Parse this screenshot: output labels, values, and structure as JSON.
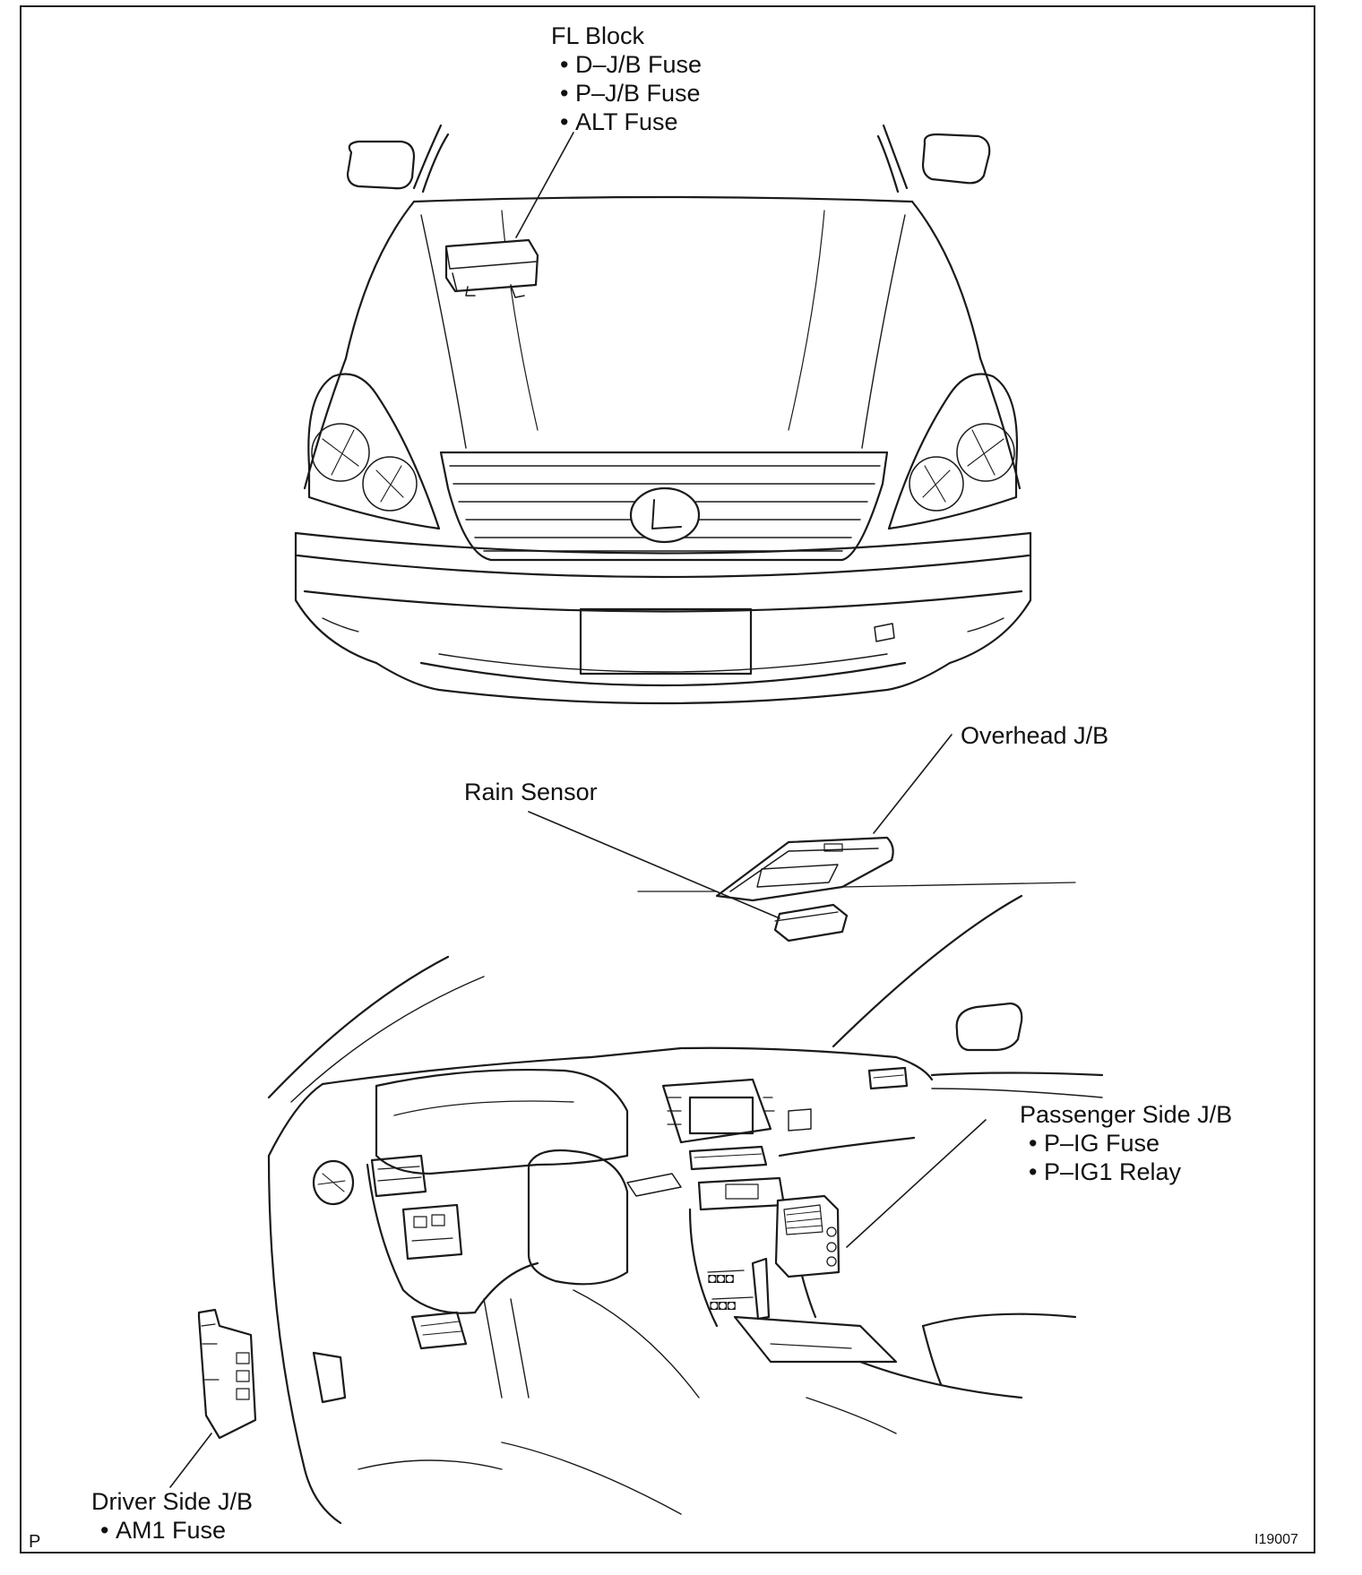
{
  "labels": {
    "fl_block": {
      "title": "FL Block",
      "items": [
        "D–J/B Fuse",
        "P–J/B Fuse",
        "ALT Fuse"
      ]
    },
    "overhead_jb": {
      "title": "Overhead J/B"
    },
    "rain_sensor": {
      "title": "Rain Sensor"
    },
    "passenger_jb": {
      "title": "Passenger Side J/B",
      "items": [
        "P–IG Fuse",
        "P–IG1 Relay"
      ]
    },
    "driver_jb": {
      "title": "Driver Side J/B",
      "items": [
        "AM1 Fuse"
      ]
    }
  },
  "corner_left": "P",
  "figure_id": "I19007"
}
